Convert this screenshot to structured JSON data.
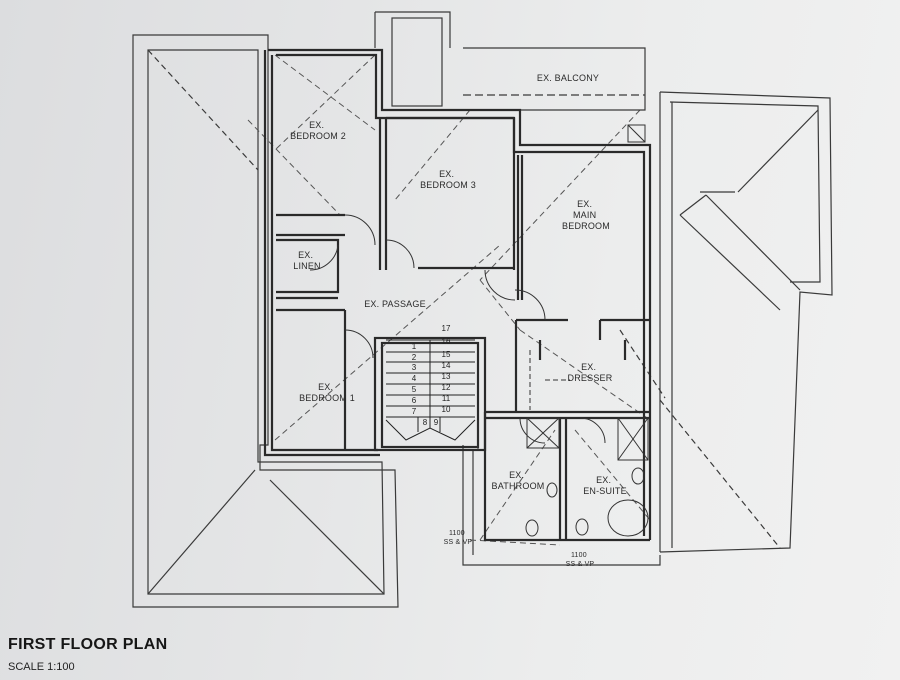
{
  "title": "FIRST FLOOR PLAN",
  "scale": "SCALE 1:100",
  "rooms": {
    "bedroom2": [
      "EX.",
      "BEDROOM 2"
    ],
    "bedroom3": [
      "EX.",
      "BEDROOM 3"
    ],
    "balcony": "EX. BALCONY",
    "main_bedroom": [
      "EX.",
      "MAIN",
      "BEDROOM"
    ],
    "linen": [
      "EX.",
      "LINEN"
    ],
    "passage": "EX. PASSAGE",
    "bedroom1": [
      "EX.",
      "BEDROOM 1"
    ],
    "dresser": [
      "EX.",
      "DRESSER"
    ],
    "bathroom": [
      "EX.",
      "BATHROOM"
    ],
    "en_suite": [
      "EX.",
      "EN-SUITE"
    ]
  },
  "notes": {
    "bathroom_note": [
      "1100",
      "SS & VP"
    ],
    "ensuite_note": [
      "1100",
      "SS & VP"
    ]
  },
  "stairs": {
    "top_step": "17",
    "left_steps": [
      "1",
      "2",
      "3",
      "4",
      "5",
      "6",
      "7",
      "8"
    ],
    "right_steps": [
      "16",
      "15",
      "14",
      "13",
      "12",
      "11",
      "10",
      "9"
    ]
  }
}
